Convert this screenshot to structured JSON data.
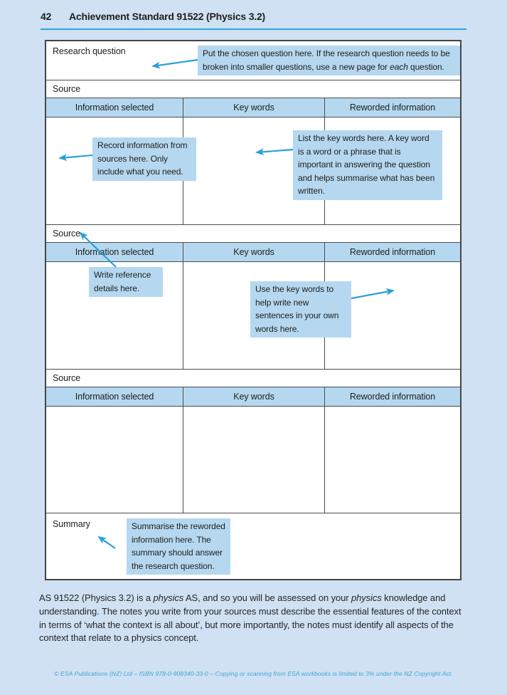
{
  "page": {
    "number": "42",
    "title": "Achievement Standard 91522 (Physics 3.2)"
  },
  "worksheet": {
    "research_question_label": "Research question",
    "source_label": "Source",
    "summary_label": "Summary",
    "table_headers": [
      "Information selected",
      "Key words",
      "Reworded information"
    ],
    "callouts": {
      "research_question": {
        "pre": "Put the chosen question here. If the research question needs to be broken into smaller questions, use a new page for ",
        "em": "each",
        "post": " question."
      },
      "record_info": "Record information from sources here. Only include what you need.",
      "key_words": "List the key words here. A key word is a word or a phrase that is important in answering the question and helps summarise what has been written.",
      "reference": "Write reference details here.",
      "reworded": "Use the key words to help write new sentences in your own words here.",
      "summary": "Summarise the reworded information here. The summary should answer the research question."
    }
  },
  "note": {
    "part1": "AS 91522 (Physics 3.2) is a ",
    "em1": "physics",
    "part2": " AS, and so you will be assessed on your ",
    "em2": "physics",
    "part3": " knowledge and understanding. The notes you write from your sources must describe the essential features of the context in terms of ‘what the context is all about’, but more importantly, the notes must identify all aspects of the context that relate to a physics concept."
  },
  "footer": {
    "text": "© ESA Publications (NZ) Ltd  –  ISBN 978-0-908340-33-0  –  Copying or scanning from ESA workbooks is limited to 3% under the NZ Copyright Act."
  },
  "colors": {
    "page_background": "#cfe1f3",
    "callout_fill": "#b5d8f0",
    "table_header_fill": "#b5d8f0",
    "arrow_blue": "#2b9fd7",
    "header_rule_blue": "#2aa6df",
    "footer_text_blue": "#41a3d9",
    "border_gray": "#4c4c4c"
  }
}
